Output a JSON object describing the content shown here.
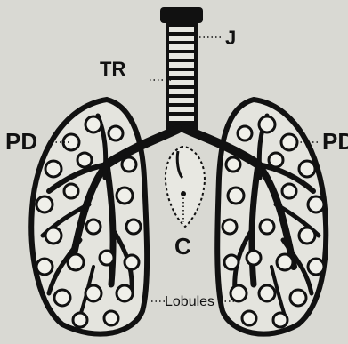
{
  "diagram": {
    "labels": {
      "j": "J",
      "tr": "TR",
      "pd_left": "PD",
      "pd_right": "PD",
      "c": "C",
      "lobules": "Lobules"
    },
    "colors": {
      "ink": "#111111",
      "paper": "#d9d9d3",
      "cartilage": "#e8e8e2"
    }
  }
}
